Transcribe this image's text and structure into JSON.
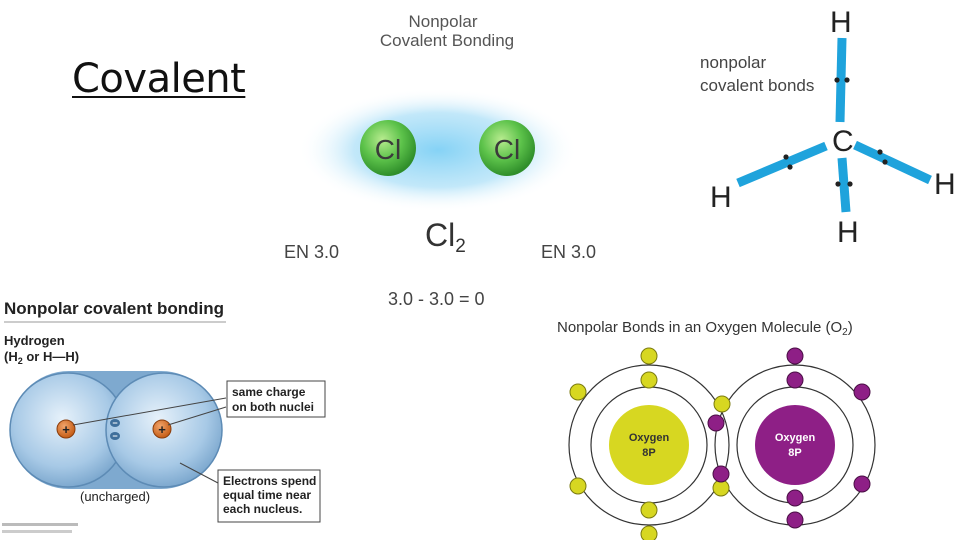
{
  "slide": {
    "title": "Covalent"
  },
  "cl2_panel": {
    "heading_line1": "Nonpolar",
    "heading_line2": "Covalent Bonding",
    "atom_left": "Cl",
    "atom_right": "Cl",
    "formula_main": "Cl",
    "formula_sub": "2",
    "en_left": "EN 3.0",
    "en_right": "EN 3.0",
    "difference": "3.0 - 3.0 = 0"
  },
  "methane_panel": {
    "label_line1": "nonpolar",
    "label_line2": "covalent bonds",
    "center_atom": "C",
    "atom_top": "H",
    "atom_left": "H",
    "atom_right": "H",
    "atom_bottom": "H"
  },
  "hydrogen_panel": {
    "heading": "Nonpolar covalent bonding",
    "molecule_name": "Hydrogen",
    "formula_a": "(H",
    "formula_sub": "2",
    "formula_b": " or H—H)",
    "callout_top_line1": "same charge",
    "callout_top_line2": "on both nuclei",
    "callout_bottom_line1": "Electrons spend",
    "callout_bottom_line2": "equal time near",
    "callout_bottom_line3": "each nucleus.",
    "uncharged_label": "(uncharged)",
    "nucleus_symbol": "+",
    "electron_symbol": "−"
  },
  "oxygen_panel": {
    "heading_a": "Nonpolar Bonds in an Oxygen Molecule (O",
    "heading_sub": "2",
    "heading_b": ")",
    "left_nucleus_line1": "Oxygen",
    "left_nucleus_line2": "8P",
    "right_nucleus_line1": "Oxygen",
    "right_nucleus_line2": "8P"
  },
  "colors": {
    "bond_blue": "#1fa3dc",
    "glow_blue": "#7fd0f5",
    "chlorine_green": "#5cc24a",
    "oxygen_left": "#d7d721",
    "oxygen_right": "#8e1f86",
    "nucleus_orange": "#c8621c",
    "hydrogen_shell": "#a7c9e6"
  }
}
